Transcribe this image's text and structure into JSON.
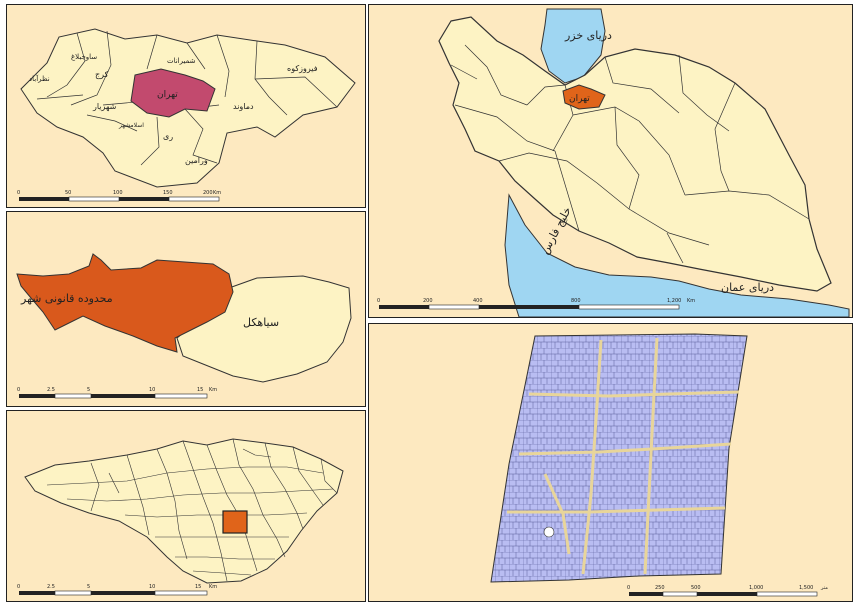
{
  "province_map": {
    "labels": {
      "tehran": "تهران",
      "karaj": "کرج",
      "shahriar": "شهریار",
      "rey": "ری",
      "varamin": "ورامین",
      "damavand": "دماوند",
      "firuzkuh": "فیروزکوه",
      "savojbolagh": "ساوجبلاغ",
      "shemiranat": "شمیرانات",
      "eslamshahr": "اسلامشهر",
      "nazarabad": "نظرآباد"
    },
    "scale": {
      "ticks": [
        "0",
        "50",
        "100",
        "150",
        "200"
      ],
      "unit": "Km"
    },
    "highlight_color": "#c24a6e"
  },
  "iran_map": {
    "labels": {
      "caspian": "دریای خزر",
      "tehran": "تهران",
      "persian_gulf": "خلیج فارس",
      "oman_sea": "دریای عمان"
    },
    "scale": {
      "ticks": [
        "0",
        "200",
        "400",
        "800",
        "1,200"
      ],
      "unit": "Km"
    },
    "water_color": "#9fd6f2",
    "highlight_color": "#e0641a"
  },
  "county_map": {
    "labels": {
      "legal_boundary": "محدوده قانونی شهر",
      "siahkal": "سیاهکل"
    },
    "scale": {
      "ticks": [
        "0",
        "2.5",
        "5",
        "10",
        "15"
      ],
      "unit": "Km"
    },
    "highlight_color": "#d9591c"
  },
  "city_map": {
    "scale": {
      "ticks": [
        "0",
        "2.5",
        "5",
        "10",
        "15"
      ],
      "unit": "Km"
    },
    "highlight_color": "#e0641a"
  },
  "block_map": {
    "scale": {
      "ticks": [
        "0",
        "250",
        "500",
        "1,000",
        "1,500"
      ],
      "unit": "متر"
    },
    "fill_color": "#b9bdf2"
  }
}
